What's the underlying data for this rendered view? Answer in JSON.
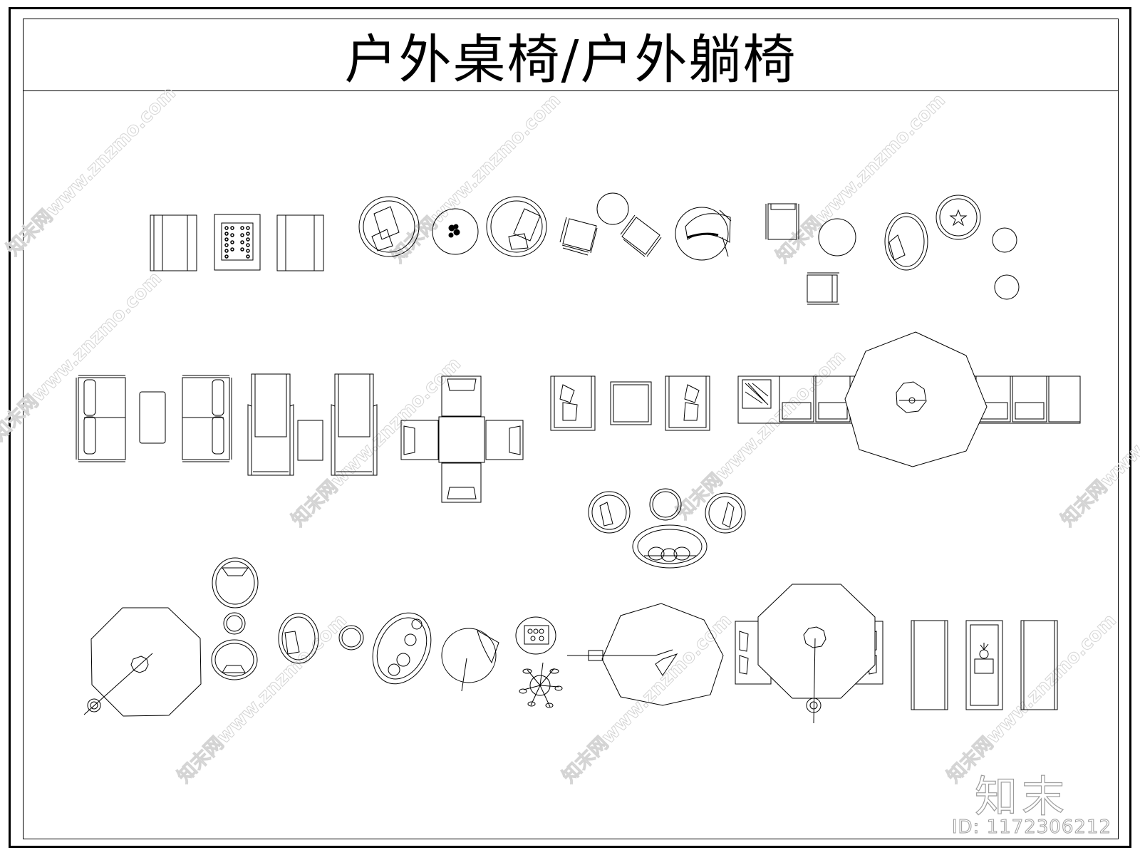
{
  "title": "户外桌椅/户外躺椅",
  "watermark": {
    "text": "知末网www.znzmo.com",
    "color": "#d4d4d4"
  },
  "brand": {
    "logo_text": "知末",
    "image_id": "ID: 1172306212"
  },
  "colors": {
    "line": "#000000",
    "background": "#ffffff",
    "brand_gray": "#9c9c9c"
  }
}
